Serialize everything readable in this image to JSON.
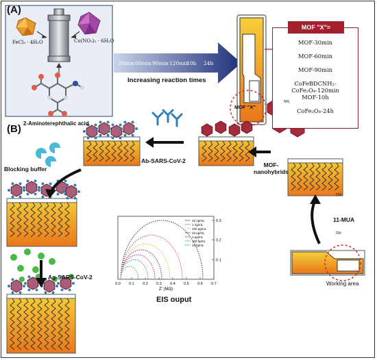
{
  "panel_a": {
    "label": "(A)",
    "reagent_fe": "FeCl₃ · 4H₂O",
    "reagent_co": "Co(NO₃)₂ · 6H₂O",
    "ligand": "2-Aminoterephthalic acid",
    "times": [
      "30min",
      "60min",
      "90min",
      "120min",
      "10h",
      "24h"
    ],
    "times_caption": "Increasing reaction times",
    "mof_x": "MOF \"X\"",
    "mof_box_title": "MOF \"X\"=",
    "mof_list": [
      "MOF-30min",
      "MOF-60min",
      "MOF-90min",
      "CoFeBDCNH₂-CoFe₂O₄-120min",
      "MOF-10h",
      "CoFe₂O₄-24h"
    ]
  },
  "panel_b": {
    "label": "(B)",
    "blocking": "Blocking buffer",
    "ab": "Ab-SARS-CoV-2",
    "mof_nano": "MOF-\nnanohybrids",
    "mua": "11-MUA",
    "working": "Working area",
    "ag": "Ag-SARS-CoV-2",
    "eis": "EIS ouput",
    "nh2": "NH₂",
    "oh": "OH",
    "sh": "SH"
  },
  "eis_chart": {
    "xlabel": "Z' (MΩ)",
    "x_ticks": [
      "0.0",
      "0.1",
      "0.2",
      "0.3",
      "0.4",
      "0.5",
      "0.6",
      "0.7"
    ],
    "y_ticks": [
      "0.1",
      "0.2",
      "0.3"
    ],
    "legend": [
      "10 ng/mL",
      "1 ng/mL",
      "100 pg/mL",
      "10 pg/mL",
      "1 pg/mL",
      "100 fg/mL",
      "10 fg/mL"
    ],
    "colors": [
      "#333333",
      "#d63fa4",
      "#e7b52c",
      "#7b1f6a",
      "#c9324f",
      "#2a8ec8",
      "#3aa84a"
    ],
    "diameters": [
      0.6,
      0.45,
      0.36,
      0.3,
      0.25,
      0.2,
      0.13
    ],
    "y_max": 0.3,
    "x_max": 0.7
  }
}
